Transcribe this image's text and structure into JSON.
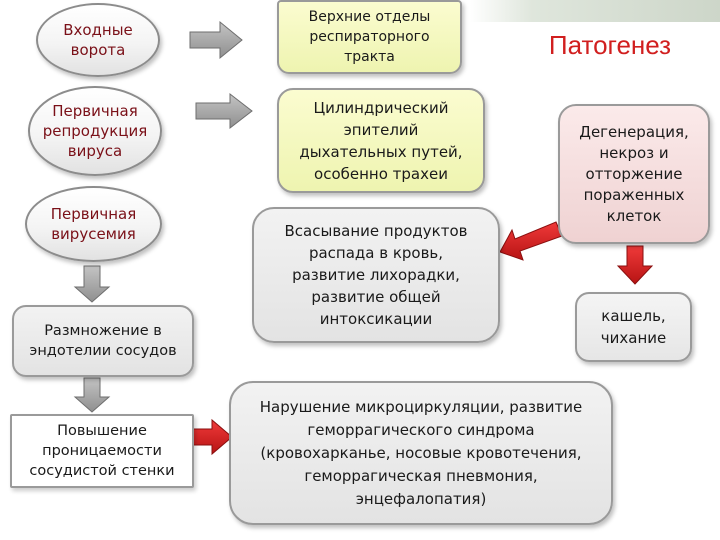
{
  "title": "Патогенез",
  "left_column": {
    "entry_gate": [
      "Входные",
      "ворота"
    ],
    "primary_reproduction": [
      "Первичная",
      "репродукция",
      "вируса"
    ],
    "primary_viremia": [
      "Первичная",
      "вирусемия"
    ],
    "endothelium_multiplication": [
      "Размножение в",
      "эндотелии сосудов"
    ],
    "permeability_increase": [
      "Повышение",
      "проницаемости",
      "сосудистой стенки"
    ]
  },
  "middle_column": {
    "upper_respiratory": [
      "Верхние отделы",
      "респираторного",
      "тракта"
    ],
    "cylindrical_epithelium": [
      "Цилиндрический",
      "эпителий",
      "дыхательных путей,",
      "особенно трахеи"
    ],
    "absorption": [
      "Всасывание продуктов",
      "распада в кровь,",
      "развитие лихорадки,",
      "развитие общей",
      "интоксикации"
    ],
    "microcirculation": [
      "Нарушение микроциркуляции, развитие",
      "геморрагического синдрома",
      "(кровохарканье, носовые кровотечения,",
      "геморрагическая пневмония,",
      "энцефалопатия)"
    ]
  },
  "right_column": {
    "degeneration": [
      "Дегенерация,",
      "некроз и",
      "отторжение",
      "пораженных",
      "клеток"
    ],
    "cough": [
      "кашель,",
      "чихание"
    ]
  },
  "colors": {
    "ellipse_text": "#7a1018",
    "title": "#d11f1f",
    "red_arrow": "#d41c1c",
    "grey_arrow": "#a6a6a6",
    "yellow_fill": "#f4f8c0",
    "pink_fill": "#f5dede"
  }
}
